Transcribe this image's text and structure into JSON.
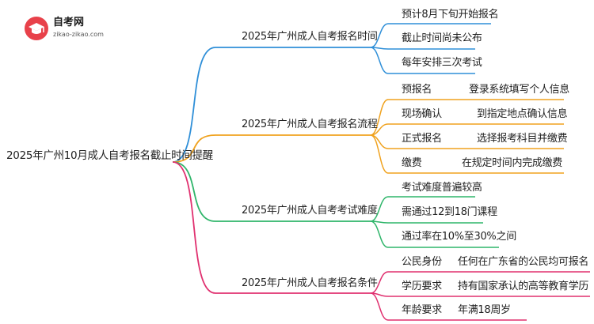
{
  "logo": {
    "title": "自考网",
    "subtitle": "zikao-zikao.com"
  },
  "root": "2025年广州10月成人自考报名截止时间提醒",
  "colors": {
    "time": "#2f8fd8",
    "process": "#f0a21e",
    "difficulty": "#2fb56a",
    "conditions": "#e0306f"
  },
  "branches": [
    {
      "key": "time",
      "label": "2025年广州成人自考报名时间",
      "items": [
        {
          "text": "预计8月下旬开始报名"
        },
        {
          "text": "截止时间尚未公布"
        },
        {
          "text": "每年安排三次考试"
        }
      ]
    },
    {
      "key": "process",
      "label": "2025年广州成人自考报名流程",
      "items": [
        {
          "text": "预报名",
          "detail": "登录系统填写个人信息"
        },
        {
          "text": "现场确认",
          "detail": "到指定地点确认信息"
        },
        {
          "text": "正式报名",
          "detail": "选择报考科目并缴费"
        },
        {
          "text": "缴费",
          "detail": "在规定时间内完成缴费"
        }
      ]
    },
    {
      "key": "difficulty",
      "label": "2025年广州成人自考考试难度",
      "items": [
        {
          "text": "考试难度普遍较高"
        },
        {
          "text": "需通过12到18门课程"
        },
        {
          "text": "通过率在10%至30%之间"
        }
      ]
    },
    {
      "key": "conditions",
      "label": "2025年广州成人自考报名条件",
      "items": [
        {
          "text": "公民身份",
          "detail": "任何在广东省的公民均可报名"
        },
        {
          "text": "学历要求",
          "detail": "持有国家承认的高等教育学历"
        },
        {
          "text": "年龄要求",
          "detail": "年满18周岁"
        }
      ]
    }
  ]
}
